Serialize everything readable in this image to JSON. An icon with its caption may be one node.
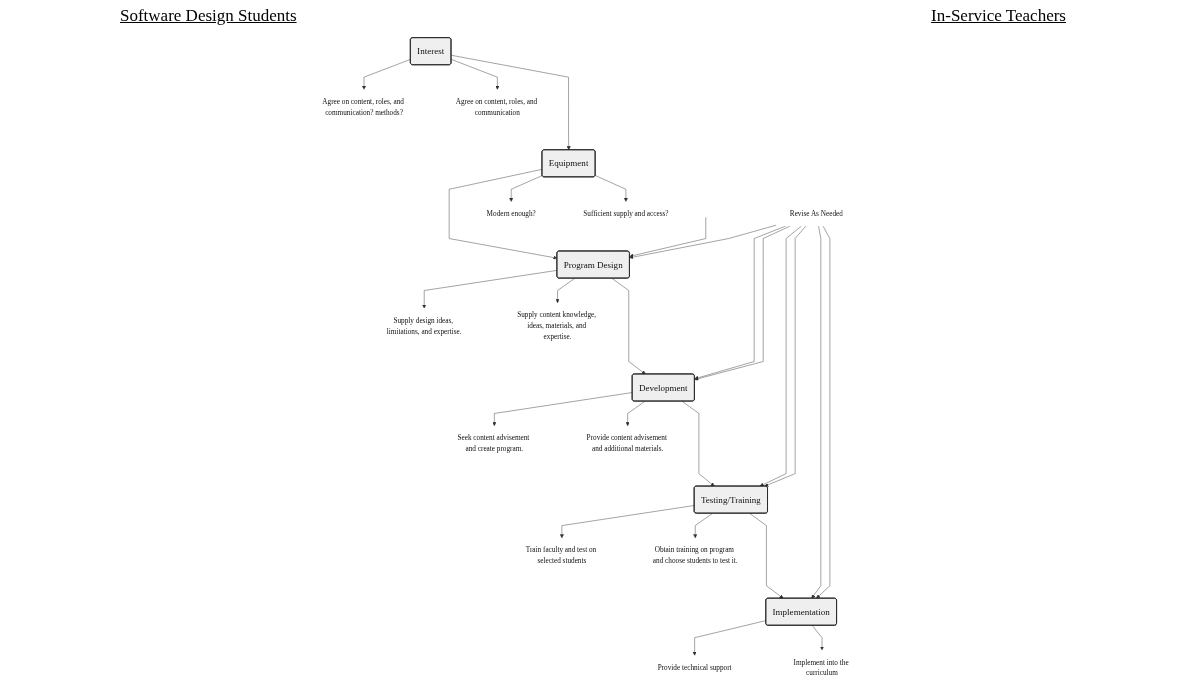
{
  "diagram": {
    "nodes": [
      {
        "text": [
          "Interest"
        ]
      },
      {
        "text": [
          "Equipment"
        ]
      },
      {
        "text": [
          "Program Design"
        ]
      },
      {
        "text": [
          "Development"
        ]
      },
      {
        "text": [
          "Testing/Training"
        ]
      },
      {
        "text": [
          "Implementation"
        ]
      },
      {
        "text": [
          "Agree on content, roles, and communication? methods?"
        ]
      },
      {
        "text": [
          "Modern enough?"
        ]
      },
      {
        "text": [
          "Supply design ideas, limitations, and expertise."
        ]
      },
      {
        "text": [
          "Seek content advisement and create program."
        ]
      },
      {
        "text": [
          "Train faculty and test on selected students"
        ]
      },
      {
        "text": [
          "Provide technical support"
        ]
      },
      {
        "text": [
          "Agree on content, roles, and communication"
        ]
      },
      {
        "text": [
          "Sufficient supply and access?"
        ]
      },
      {
        "text": [
          "Supply content knowledge, ideas, materials, and expertise."
        ]
      },
      {
        "text": [
          "Provide content advisement and additional materials."
        ]
      },
      {
        "text": [
          "Obtain training on program and choose students to test it."
        ]
      },
      {
        "text": [
          "Implement into the curriculum"
        ]
      },
      {
        "text": [
          "Revise As Needed"
        ]
      }
    ],
    "edges": [
      {
        "from": 0,
        "to": 6,
        "arrow": "to"
      },
      {
        "from": 0,
        "to": 12,
        "arrow": "to"
      },
      {
        "from": 0,
        "to": 1,
        "arrow": "to"
      },
      {
        "from": 1,
        "to": 7,
        "arrow": "to"
      },
      {
        "from": 1,
        "to": 13,
        "arrow": "to"
      },
      {
        "from": 1,
        "to": 2,
        "arrow": "to"
      },
      {
        "from": null,
        "to": 2,
        "arrow": "to"
      },
      {
        "from": 2,
        "to": 8,
        "arrow": "to"
      },
      {
        "from": 2,
        "to": 14,
        "arrow": "to"
      },
      {
        "from": 2,
        "to": 3,
        "arrow": "to"
      },
      {
        "from": 3,
        "to": 9,
        "arrow": "to"
      },
      {
        "from": 3,
        "to": 15,
        "arrow": "to"
      },
      {
        "from": 3,
        "to": 4,
        "arrow": "to"
      },
      {
        "from": 4,
        "to": 10,
        "arrow": "to"
      },
      {
        "from": 4,
        "to": 16,
        "arrow": "to"
      },
      {
        "from": 4,
        "to": 5,
        "arrow": "to"
      },
      {
        "from": 5,
        "to": 11,
        "arrow": "to"
      },
      {
        "from": 5,
        "to": 17,
        "arrow": "to"
      },
      {
        "from": 18,
        "to": 2,
        "arrow": "to"
      },
      {
        "from": 18,
        "to": 3,
        "arrow": "to"
      },
      {
        "from": 18,
        "to": 4,
        "arrow": "to"
      },
      {
        "from": 18,
        "to": 5,
        "arrow": "to"
      },
      {
        "from": 18,
        "to": 3,
        "arrow": "to"
      },
      {
        "from": 18,
        "to": 4,
        "arrow": "to"
      },
      {
        "from": 18,
        "to": 5,
        "arrow": "to"
      }
    ],
    "labels": [
      "Software Design Students",
      "In-Service Teachers"
    ]
  }
}
